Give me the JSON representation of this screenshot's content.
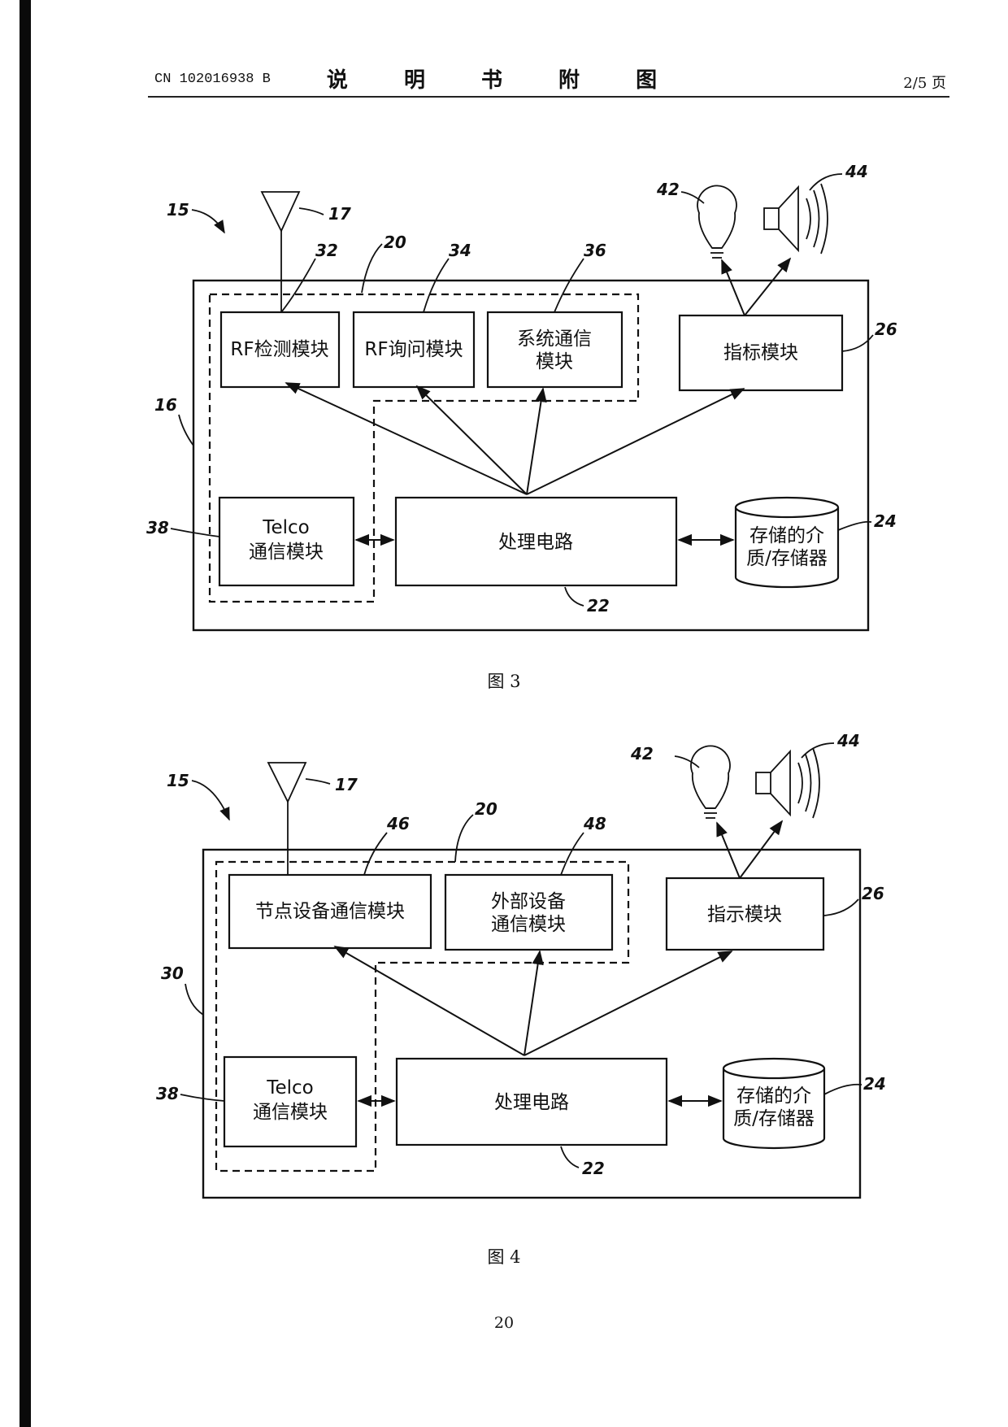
{
  "header": {
    "patent_no": "CN 102016938 B",
    "title": "说 明 书 附 图",
    "page_of": "2/5 页"
  },
  "figure3": {
    "caption": "图 3",
    "refs": {
      "device": "15",
      "antenna": "17",
      "frame": "16",
      "dashed_group": "20",
      "rf_detect": "32",
      "rf_query": "34",
      "sys_comm": "36",
      "indicator": "26",
      "bulb": "42",
      "speaker": "44",
      "telco": "38",
      "processing": "22",
      "storage": "24"
    },
    "blocks": {
      "rf_detect": "RF检测模块",
      "rf_query": "RF询问模块",
      "sys_comm_line1": "系统通信",
      "sys_comm_line2": "模块",
      "indicator": "指标模块",
      "telco_line1": "Telco",
      "telco_line2": "通信模块",
      "processing": "处理电路",
      "storage_line1": "存储的介",
      "storage_line2": "质/存储器"
    }
  },
  "figure4": {
    "caption": "图 4",
    "refs": {
      "device": "15",
      "antenna": "17",
      "frame": "30",
      "dashed_group": "20",
      "node_comm": "46",
      "ext_comm": "48",
      "indicator": "26",
      "bulb": "42",
      "speaker": "44",
      "telco": "38",
      "processing": "22",
      "storage": "24"
    },
    "blocks": {
      "node_comm": "节点设备通信模块",
      "ext_comm_line1": "外部设备",
      "ext_comm_line2": "通信模块",
      "indicator": "指示模块",
      "telco_line1": "Telco",
      "telco_line2": "通信模块",
      "processing": "处理电路",
      "storage_line1": "存储的介",
      "storage_line2": "质/存储器"
    }
  },
  "footer": {
    "page_number": "20"
  }
}
